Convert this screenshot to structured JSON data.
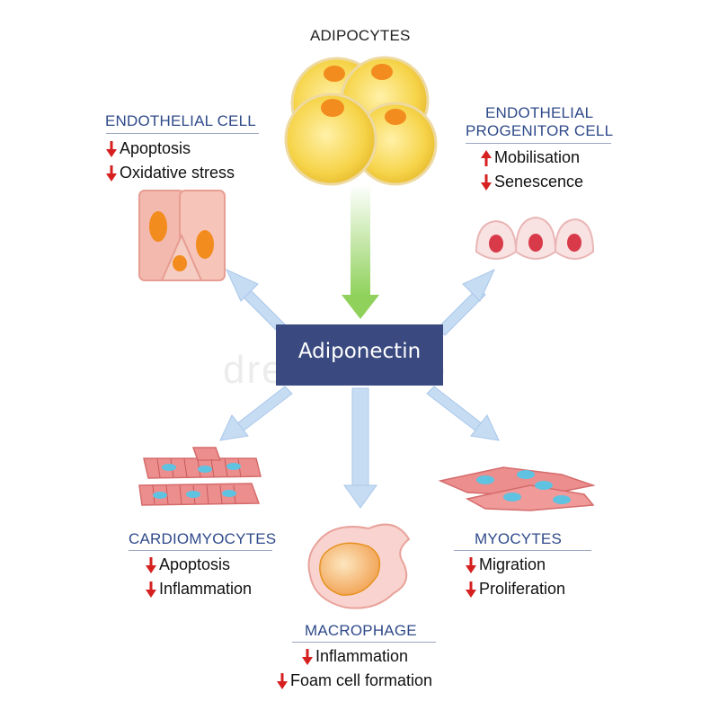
{
  "center": {
    "label": "Adiponectin"
  },
  "watermark": "dreamstime",
  "source": {
    "title": "ADIPOCYTES"
  },
  "targets": {
    "endothelial": {
      "title": "ENDOTHELIAL  CELL",
      "effects": [
        {
          "direction": "down",
          "text": "Apoptosis"
        },
        {
          "direction": "down",
          "text": "Oxidative stress"
        }
      ]
    },
    "progenitor": {
      "title_line1": "ENDOTHELIAL",
      "title_line2": "PROGENITOR CELL",
      "effects": [
        {
          "direction": "up",
          "text": "Mobilisation"
        },
        {
          "direction": "down",
          "text": "Senescence"
        }
      ]
    },
    "cardiomyocytes": {
      "title": "CARDIOMYOCYTES",
      "effects": [
        {
          "direction": "down",
          "text": "Apoptosis"
        },
        {
          "direction": "down",
          "text": "Inflammation"
        }
      ]
    },
    "macrophage": {
      "title": "MACROPHAGE",
      "effects": [
        {
          "direction": "down",
          "text": "Inflammation"
        },
        {
          "direction": "down",
          "text": "Foam cell formation"
        }
      ]
    },
    "myocytes": {
      "title": "MYOCYTES",
      "effects": [
        {
          "direction": "down",
          "text": "Migration"
        },
        {
          "direction": "down",
          "text": "Proliferation"
        }
      ]
    }
  },
  "colors": {
    "box": "#3a4a80",
    "heading": "#2f4a8a",
    "effect_arrow": "#d62020",
    "flow_arrow": "#c6dcf3",
    "source_arrow": "#b5e08a",
    "adipocyte": "#f6d44a",
    "nucleus": "#f28c1e",
    "tissue": "#f4b9ae"
  }
}
